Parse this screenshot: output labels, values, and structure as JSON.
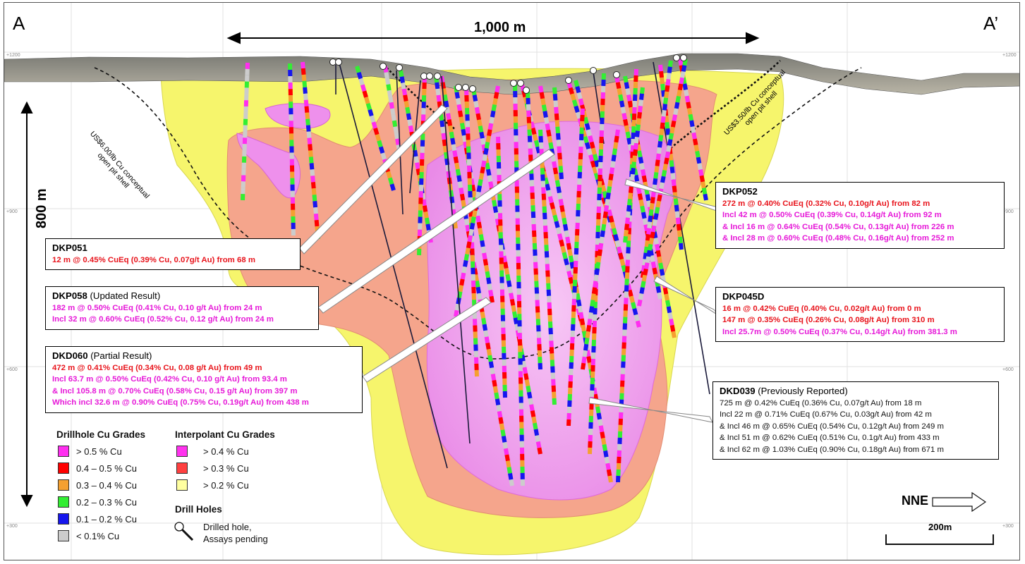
{
  "section": {
    "left_label": "A",
    "right_label": "A’",
    "horizontal_scale": "1,000 m",
    "vertical_scale": "800 m",
    "elevation_ticks": [
      "+1200",
      "+900",
      "+600",
      "+300"
    ],
    "direction": "NNE",
    "scale_bar": "200m"
  },
  "pit_shells": [
    {
      "lines": [
        "US$6.00/lb Cu conceptual",
        "open pit shell"
      ]
    },
    {
      "lines": [
        "US$3.50/lb Cu conceptual",
        "open pit shell"
      ]
    }
  ],
  "callouts": [
    {
      "hole": "DKP051",
      "note": "",
      "lines": [
        {
          "text": "12 m @ 0.45% CuEq (0.39% Cu, 0.07g/t Au) from 68 m",
          "color": "red"
        }
      ]
    },
    {
      "hole": "DKP058",
      "note": " (Updated Result)",
      "lines": [
        {
          "text": "182 m @ 0.50% CuEq (0.41% Cu, 0.10 g/t Au) from 24 m",
          "color": "magenta"
        },
        {
          "text": "Incl 32 m @ 0.60% CuEq (0.52% Cu, 0.12 g/t Au) from 24 m",
          "color": "magenta"
        }
      ]
    },
    {
      "hole": "DKD060",
      "note": " (Partial Result)",
      "lines": [
        {
          "text": "472 m @ 0.41% CuEq (0.34% Cu, 0.08 g/t Au) from 49 m",
          "color": "red"
        },
        {
          "text": "Incl 63.7 m @ 0.50% CuEq (0.42% Cu, 0.10 g/t Au) from 93.4 m",
          "color": "magenta"
        },
        {
          "text": "& Incl 105.8 m @ 0.70% CuEq (0.58% Cu, 0.15 g/t Au) from 397 m",
          "color": "magenta"
        },
        {
          "text": "Which incl 32.6 m @ 0.90% CuEq (0.75% Cu, 0.19g/t Au) from 438 m",
          "color": "magenta"
        }
      ]
    },
    {
      "hole": "DKP052",
      "note": "",
      "lines": [
        {
          "text": "272 m @ 0.40% CuEq (0.32% Cu, 0.10g/t Au) from 82 m",
          "color": "red"
        },
        {
          "text": "Incl 42 m @ 0.50% CuEq (0.39% Cu, 0.14g/t Au) from 92 m",
          "color": "magenta"
        },
        {
          "text": "& Incl 16 m @ 0.64% CuEq (0.54% Cu, 0.13g/t Au) from 226 m",
          "color": "magenta"
        },
        {
          "text": "& Incl 28 m @ 0.60% CuEq (0.48% Cu, 0.16g/t Au) from 252 m",
          "color": "magenta"
        }
      ]
    },
    {
      "hole": "DKP045D",
      "note": "",
      "lines": [
        {
          "text": "16 m @ 0.42% CuEq (0.40% Cu, 0.02g/t Au) from 0 m",
          "color": "red"
        },
        {
          "text": "147 m @ 0.35% CuEq (0.26% Cu, 0.08g/t Au) from 310 m",
          "color": "red"
        },
        {
          "text": "Incl 25.7m @ 0.50% CuEq (0.37% Cu, 0.14g/t Au) from 381.3 m",
          "color": "magenta"
        }
      ]
    },
    {
      "hole": "DKD039",
      "note": " (Previously Reported)",
      "lines": [
        {
          "text": "725 m @ 0.42% CuEq (0.36% Cu, 0.07g/t Au) from 18 m",
          "color": "black"
        },
        {
          "text": "Incl 22 m @ 0.71% CuEq (0.67% Cu, 0.03g/t Au) from 42 m",
          "color": "black"
        },
        {
          "text": "& Incl 46 m @ 0.65% CuEq (0.54% Cu, 0.12g/t Au) from 249 m",
          "color": "black"
        },
        {
          "text": "& Incl 51 m @ 0.62% CuEq (0.51% Cu, 0.1g/t Au) from 433 m",
          "color": "black"
        },
        {
          "text": "& Incl 62 m @ 1.03% CuEq (0.90% Cu, 0.18g/t Au) from 671 m",
          "color": "black"
        }
      ]
    }
  ],
  "legend": {
    "drillhole_title": "Drillhole Cu Grades",
    "drillhole_items": [
      {
        "label": "> 0.5 % Cu",
        "color": "#ff2ef0"
      },
      {
        "label": "0.4 – 0.5 % Cu",
        "color": "#ff0000"
      },
      {
        "label": "0.3 – 0.4 % Cu",
        "color": "#f5a030"
      },
      {
        "label": "0.2 – 0.3 % Cu",
        "color": "#33ee33"
      },
      {
        "label": "0.1 – 0.2 % Cu",
        "color": "#1616ee"
      },
      {
        "label": "< 0.1% Cu",
        "color": "#cccccc"
      }
    ],
    "interpolant_title": "Interpolant Cu Grades",
    "interpolant_items": [
      {
        "label": "> 0.4 % Cu",
        "color": "#ff33ee"
      },
      {
        "label": "> 0.3 % Cu",
        "color": "#ff4040"
      },
      {
        "label": "> 0.2 % Cu",
        "color": "#ffffa0"
      }
    ],
    "holes_title": "Drill Holes",
    "holes_item_lines": [
      "Drilled hole,",
      "Assays pending"
    ]
  },
  "colors": {
    "shell_02": "#f5f56a",
    "shell_03": "#f6a58a",
    "shell_04": "#f2a6f0",
    "red_text": "#e8141c",
    "magenta_text": "#e619d8"
  }
}
